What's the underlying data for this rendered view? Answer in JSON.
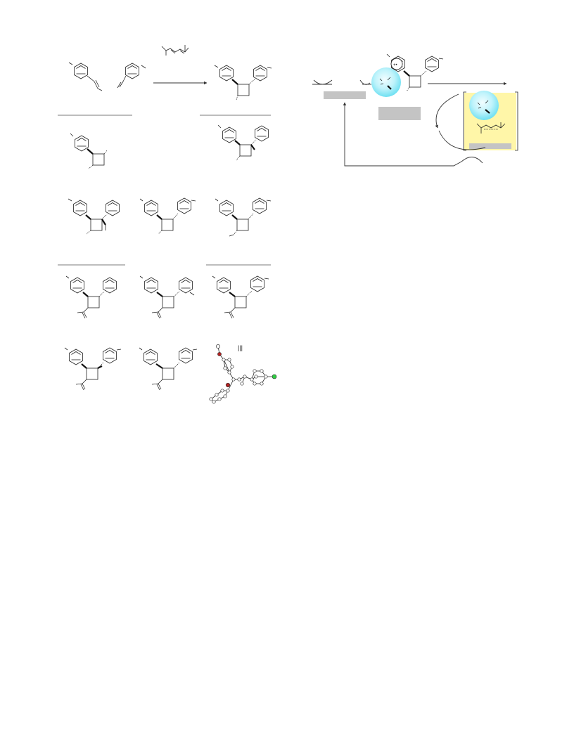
{
  "colors": {
    "sensitizer_glow_inner": "#f2fdff",
    "sensitizer_glow_outer": "#6fe0f2",
    "complex_box": "#fff6a8",
    "label_placeholder": "#c4c4c4",
    "divider": "#bdbdbd",
    "oxygen_atom": "#b22222",
    "chlorine_atom": "#2ecc40",
    "carbon_atom": "#ffffff"
  },
  "labels": {
    "radical_cation_charge": "+•",
    "equality_mark": "|||"
  },
  "icons": {
    "reactant_alkene": "anethole-structure",
    "reactant_styrene": "styrene-structure",
    "diene_additive": "diene-structure",
    "cyclobutane_product": "cyclobutane-structure",
    "photosensitizer": "glowing-sphere",
    "crystal_structure": "ortep-ball-and-stick"
  }
}
